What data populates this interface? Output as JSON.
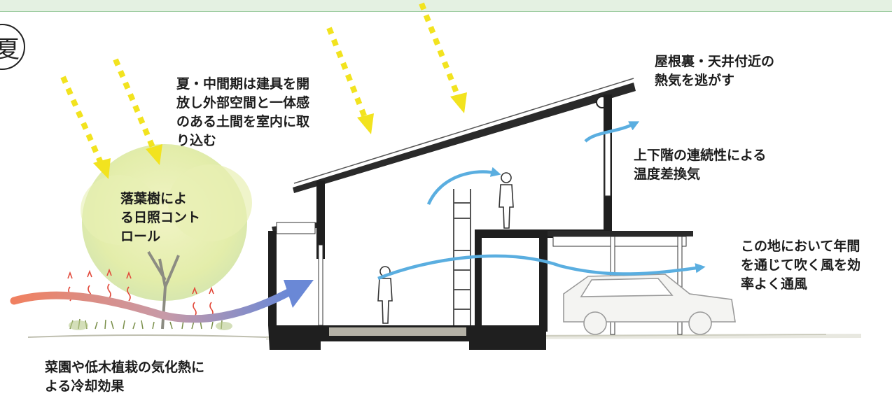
{
  "season_label": "夏",
  "labels": {
    "shading": {
      "line1": "夏・中間期は建具を開",
      "line2": "放し外部空間と一体感",
      "line3": "のある土間を室内に取",
      "line4": "り込む"
    },
    "deciduous_tree": {
      "line1": "落葉樹によ",
      "line2": "る日照コント",
      "line3": "ロール"
    },
    "roof_heat": {
      "line1": "屋根裏・天井付近の",
      "line2": "熱気を逃がす"
    },
    "stack_ventilation": {
      "line1": "上下階の連続性による",
      "line2": "温度差換気"
    },
    "prevailing_wind": {
      "line1": "この地において年間",
      "line2": "を通じて吹く風を効",
      "line3": "率よく通風"
    },
    "evaporative_cooling": {
      "line1": "菜園や低木植栽の気化熱に",
      "line2": "よる冷却効果"
    }
  },
  "colors": {
    "sun_arrows": "#f2e31f",
    "air_flow": "#5aaee0",
    "warm_wind_start": "#f08060",
    "cool_wind_end": "#6a88d6",
    "heat_waves": "#e2493a",
    "tree_foliage": "#e3edaa",
    "banner": "#e4f1e2"
  }
}
